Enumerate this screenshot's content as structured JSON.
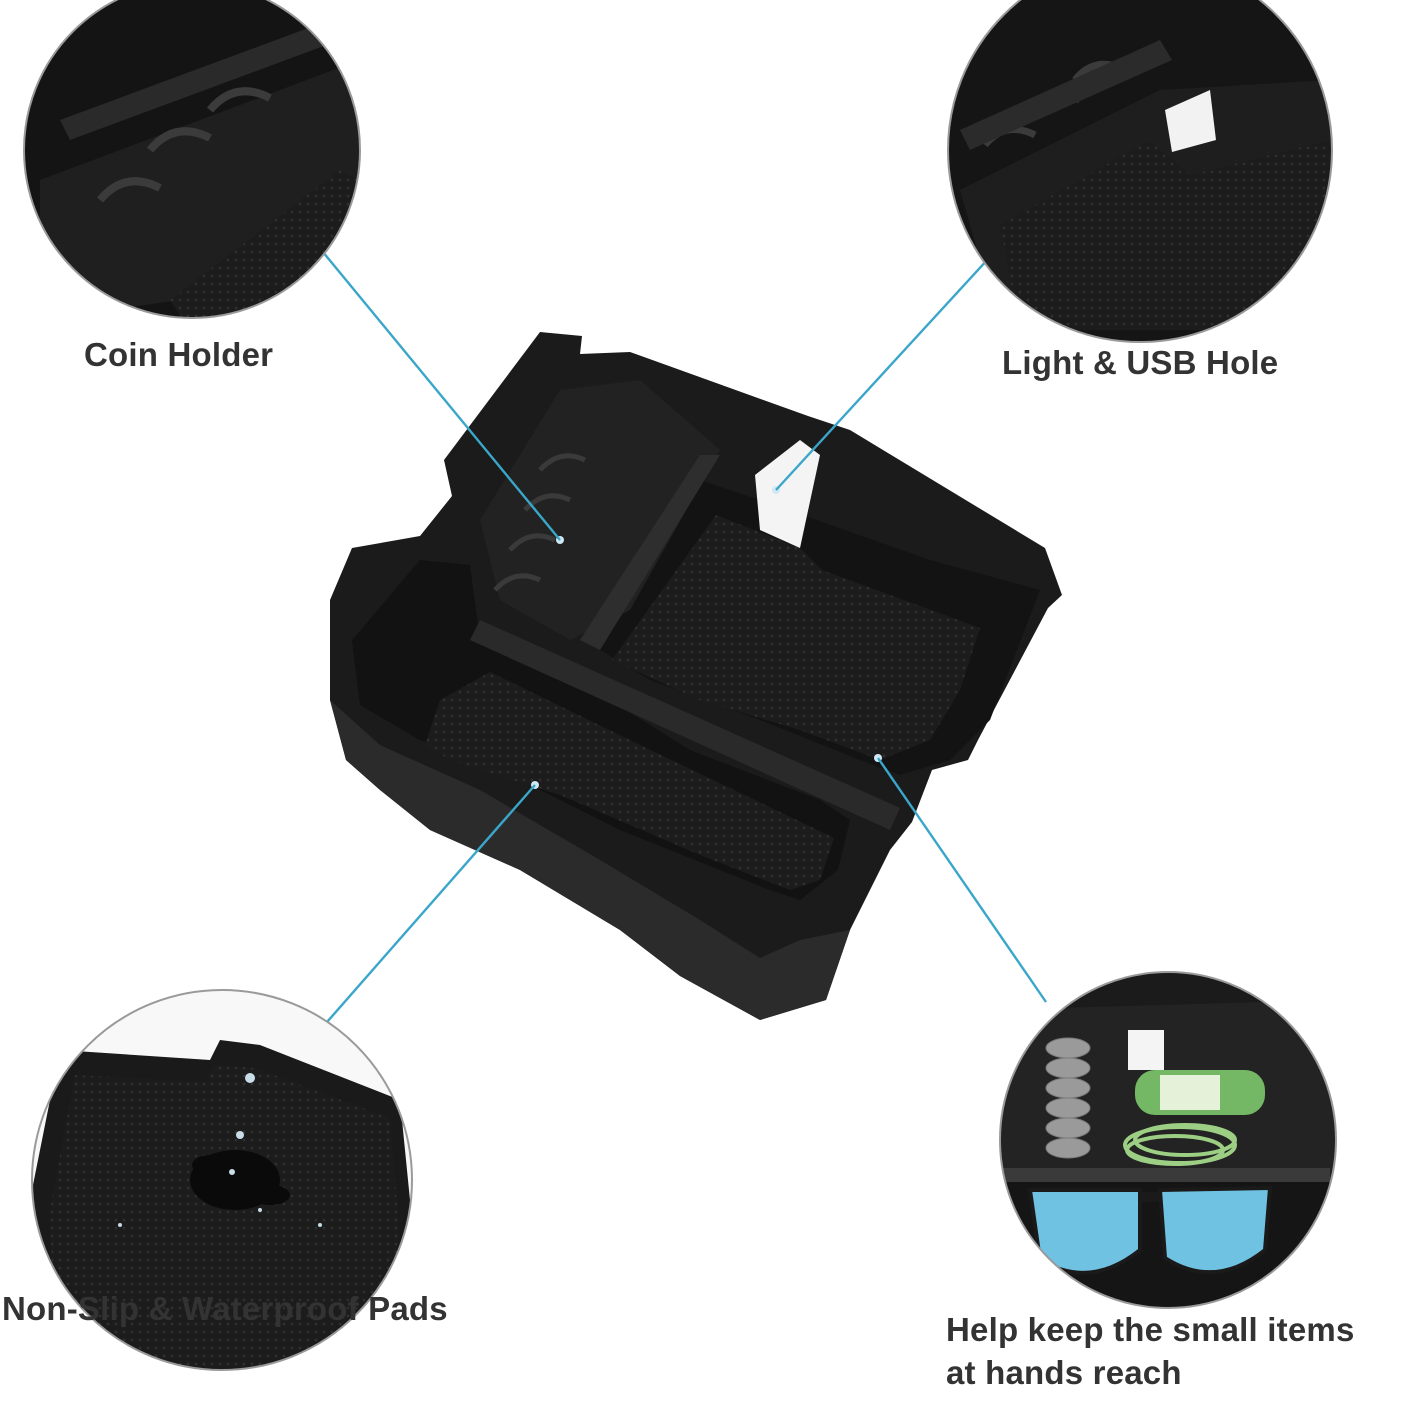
{
  "colors": {
    "background": "#ffffff",
    "callout_line": "#3aa6c9",
    "circle_border": "#9a9a9a",
    "product": "#1a1a1a",
    "label_text": "#333333"
  },
  "features": {
    "coin_holder": {
      "label": "Coin Holder"
    },
    "light_usb": {
      "label": "Light & USB Hole"
    },
    "pads": {
      "label": "Non-Slip & Waterproof Pads"
    },
    "reach": {
      "line1": "Help keep the small items",
      "line2": "at hands reach"
    }
  }
}
